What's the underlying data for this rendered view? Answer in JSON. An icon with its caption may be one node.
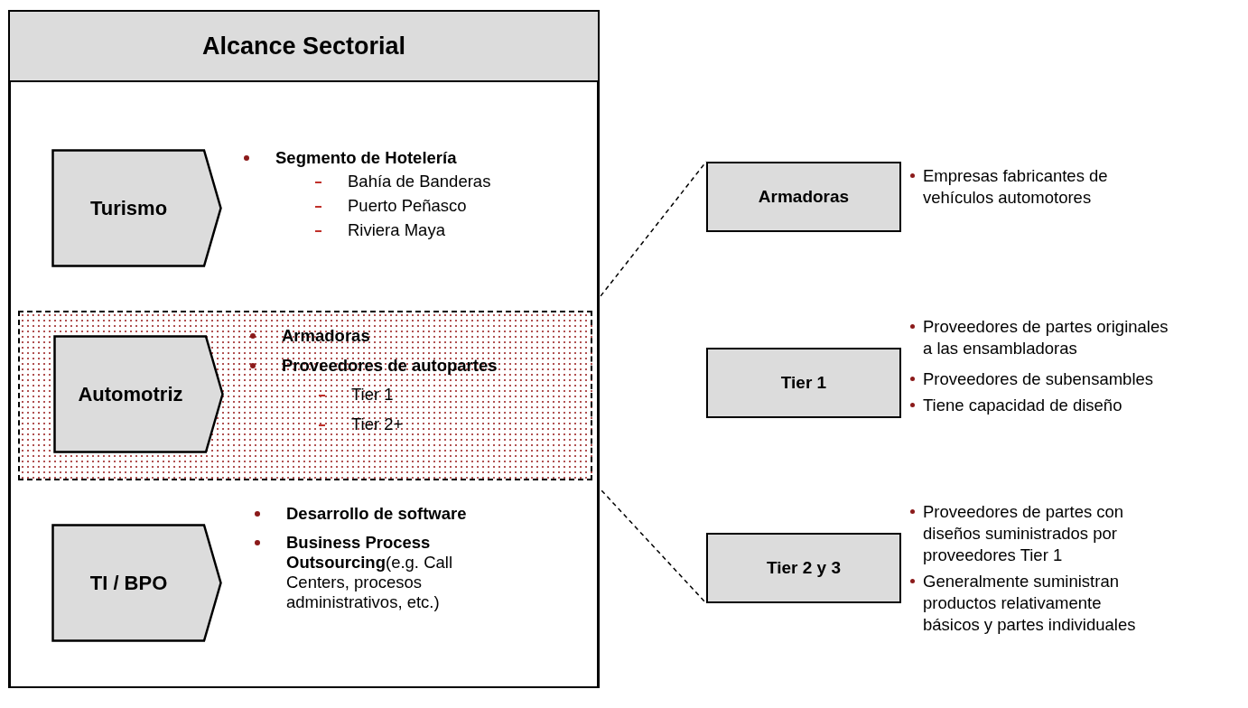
{
  "diagram": {
    "nodes": [
      {
        "text": [
          "Alcance Sectorial"
        ]
      },
      {
        "text": [
          "Turismo"
        ],
        "in": 0,
        "beside": [
          "Segmento de Hotelería",
          "Bahía de Banderas",
          "Puerto Peñasco",
          "Riviera Maya"
        ]
      },
      {
        "text": [],
        "shape": "box",
        "in": 0
      },
      {
        "text": [
          "Automotriz"
        ],
        "in": 2,
        "beside": [
          "Armadoras",
          "Proveedores de autopartes",
          "Tier 1",
          "Tier 2+"
        ]
      },
      {
        "text": [
          "TI / BPO"
        ],
        "in": 0,
        "beside": [
          "Desarrollo de software",
          "**Business Process Outsourcing**(e.g. Call Centers, procesos administrativos, etc.)"
        ]
      },
      {
        "text": [
          "Armadoras"
        ],
        "beside": [
          "Empresas fabricantes de vehículos automotores"
        ]
      },
      {
        "text": [
          "Tier 1"
        ],
        "beside": [
          "Proveedores de partes originales a las ensambladoras",
          "Proveedores de subensambles",
          "Tiene capacidad de diseño"
        ]
      },
      {
        "text": [
          "Tier 2 y 3"
        ],
        "beside": [
          "Proveedores de partes con diseños suministrados por proveedores Tier 1",
          "Generalmente suministran productos relativamente básicos y partes individuales"
        ]
      }
    ],
    "edges": [
      {
        "from": 2,
        "to": 5,
        "arrow": "none",
        "style": "dashed"
      },
      {
        "from": 2,
        "to": 7,
        "arrow": "none",
        "style": "dashed"
      }
    ]
  }
}
